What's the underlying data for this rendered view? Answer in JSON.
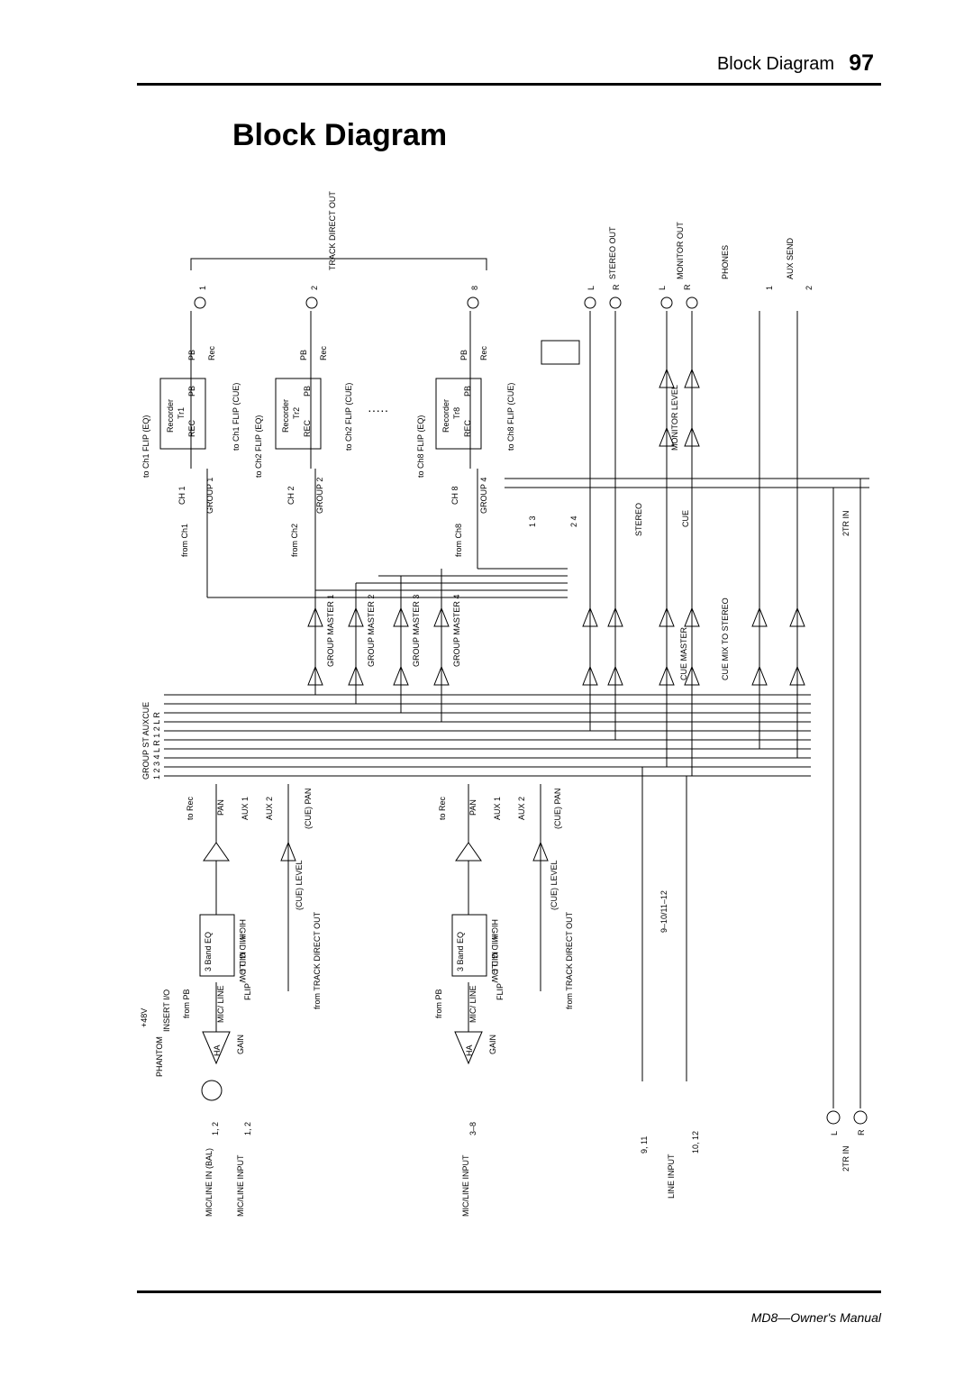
{
  "header": {
    "section": "Block Diagram",
    "page_number": "97"
  },
  "title": "Block Diagram",
  "footer": "MD8—Owner's Manual",
  "labels": {
    "track_direct_out": "TRACK DIRECT OUT",
    "stereo_out": "STEREO OUT",
    "monitor_out": "MONITOR OUT",
    "phones": "PHONES",
    "aux_send": "AUX SEND",
    "n1": "1",
    "n2": "2",
    "n8": "8",
    "L": "L",
    "R": "R",
    "pb": "PB",
    "rec": "Rec",
    "recorder": "Recorder",
    "tr1": "Tr1",
    "tr2": "Tr2",
    "tr8": "Tr8",
    "rec_upper": "REC",
    "to_ch1_flip_eq": "to Ch1 FLIP (EQ)",
    "to_ch1_flip_cue": "to Ch1 FLIP (CUE)",
    "to_ch2_flip_eq": "to Ch2 FLIP (EQ)",
    "to_ch2_flip_cue": "to Ch2 FLIP (CUE)",
    "to_ch8_flip_eq": "to Ch8 FLIP (EQ)",
    "to_ch8_flip_cue": "to Ch8 FLIP (CUE)",
    "ch1": "CH 1",
    "ch2": "CH 2",
    "ch8": "CH 8",
    "group1": "GROUP 1",
    "group2": "GROUP 2",
    "group4": "GROUP 4",
    "from_ch1": "from Ch1",
    "from_ch2": "from Ch2",
    "from_ch8": "from Ch8",
    "ellipsis": "·····",
    "monitor_level": "MONITOR LEVEL",
    "stereo": "STEREO",
    "cue": "CUE",
    "twotr_in": "2TR IN",
    "n13": "1 3",
    "n24": "2 4",
    "group_master_1": "GROUP MASTER 1",
    "group_master_2": "GROUP MASTER 2",
    "group_master_3": "GROUP MASTER 3",
    "group_master_4": "GROUP MASTER 4",
    "cue_master": "CUE MASTER",
    "cue_mix_to_stereo": "CUE MIX TO STEREO",
    "bus_header_1": "GROUP ST  AUXCUE",
    "bus_header_2": "1 2 3 4  L  R  1  2  L  R",
    "to_rec": "to Rec",
    "pan": "PAN",
    "aux1": "AUX 1",
    "aux2": "AUX 2",
    "cue_pan": "(CUE) PAN",
    "cue_level": "(CUE) LEVEL",
    "from_track_direct_out": "from TRACK DIRECT OUT",
    "three_band_eq": "3 Band EQ",
    "high": "HIGH",
    "mid_g": "MID G",
    "mid_f": "MID F",
    "low": "LOW",
    "insert_io": "INSERT I/O",
    "from_pb": "from PB",
    "mic_line": "MIC/ LINE",
    "flip": "FLIP",
    "phantom": "PHANTOM",
    "plus48v": "+48V",
    "ha": "HA",
    "gain": "GAIN",
    "mic_line_in_bal": "MIC/LINE IN (BAL)",
    "n12": "1, 2",
    "mic_line_input": "MIC/LINE INPUT",
    "n38": "3–8",
    "line_input": "LINE INPUT",
    "n911": "9, 11",
    "n1012": "10, 12",
    "range_9_12": "9–10/11–12",
    "twotr_in_bottom": "2TR IN"
  },
  "colors": {
    "ink": "#000000",
    "paper": "#ffffff"
  }
}
